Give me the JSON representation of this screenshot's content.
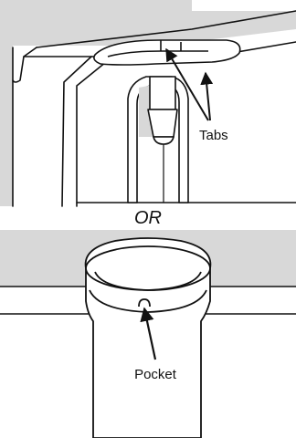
{
  "top_diagram": {
    "callout_label": "Tabs"
  },
  "separator": {
    "text": "OR"
  },
  "bottom_diagram": {
    "callout_label": "Pocket"
  },
  "colors": {
    "shading": "#d8d8d8",
    "line": "#111111",
    "background": "#ffffff"
  }
}
